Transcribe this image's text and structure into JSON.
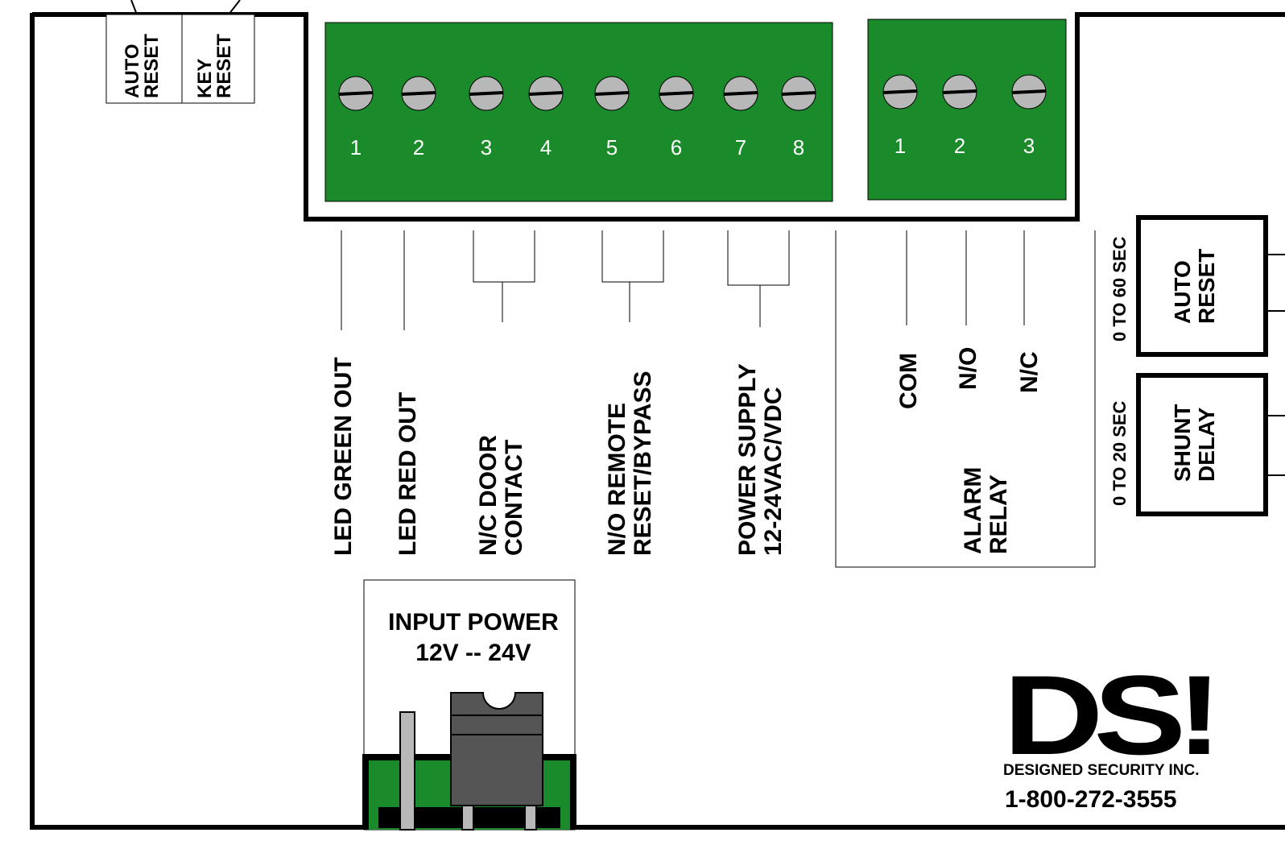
{
  "top_switch": {
    "auto_reset": [
      "AUTO",
      "RESET"
    ],
    "key_reset": [
      "KEY",
      "RESET"
    ]
  },
  "terminal_block_main": {
    "numbers": [
      "1",
      "2",
      "3",
      "4",
      "5",
      "6",
      "7",
      "8"
    ]
  },
  "terminal_block_relay": {
    "numbers": [
      "1",
      "2",
      "3"
    ]
  },
  "labels": {
    "led_green_out": "LED GREEN OUT",
    "led_red_out": "LED RED OUT",
    "door_contact": [
      "N/C DOOR",
      "CONTACT"
    ],
    "remote_reset": [
      "N/O REMOTE",
      "RESET/BYPASS"
    ],
    "power_supply": [
      "POWER SUPPLY",
      "12-24VAC/VDC"
    ],
    "com": "COM",
    "no": "N/O",
    "nc": "N/C",
    "alarm_relay": [
      "ALARM",
      "RELAY"
    ]
  },
  "pots": {
    "auto_reset": {
      "range": "0 TO 60 SEC",
      "label": [
        "AUTO",
        "RESET"
      ]
    },
    "shunt_delay": {
      "range": "0 TO 20 SEC",
      "label": [
        "SHUNT",
        "DELAY"
      ]
    }
  },
  "input_power": {
    "title": "INPUT POWER",
    "voltage": "12V  -- 24V"
  },
  "logo": {
    "text": "DS!",
    "company": "DESIGNED SECURITY INC.",
    "phone": "1-800-272-3555"
  },
  "colors": {
    "terminal_green": "#1a8a2a",
    "screw_gray": "#b8b8b8",
    "black": "#000000"
  }
}
